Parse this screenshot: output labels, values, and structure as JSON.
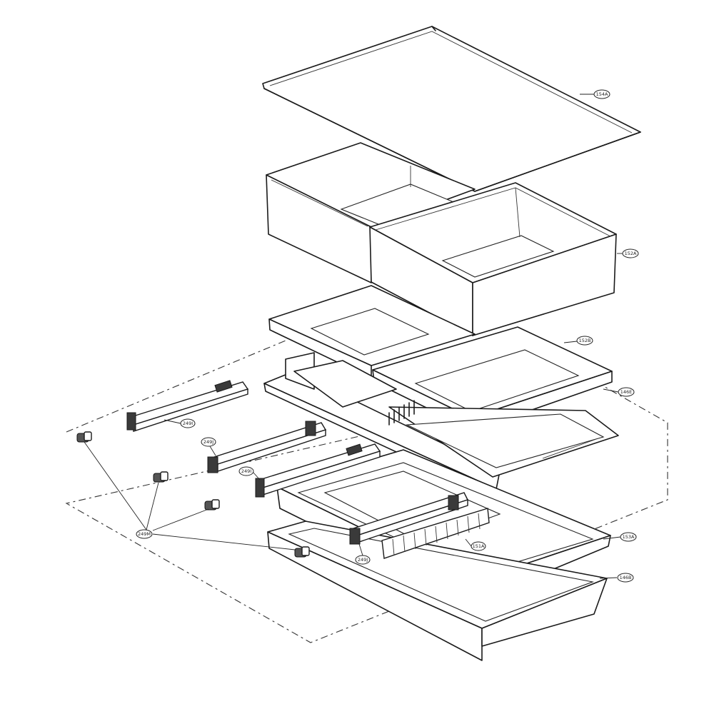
{
  "callouts": {
    "c154A": "154A",
    "c152A": "152A",
    "c152B": "152B",
    "c146E": "146E",
    "c249I_1": "249I",
    "c249J_1": "249J",
    "c249I_2": "249I",
    "c249M": "249M",
    "c151A": "151A",
    "c153A": "153A",
    "c249J_2": "249J",
    "c146B": "146B"
  },
  "colors": {
    "line": "#1a1a1a",
    "background": "#ffffff"
  }
}
